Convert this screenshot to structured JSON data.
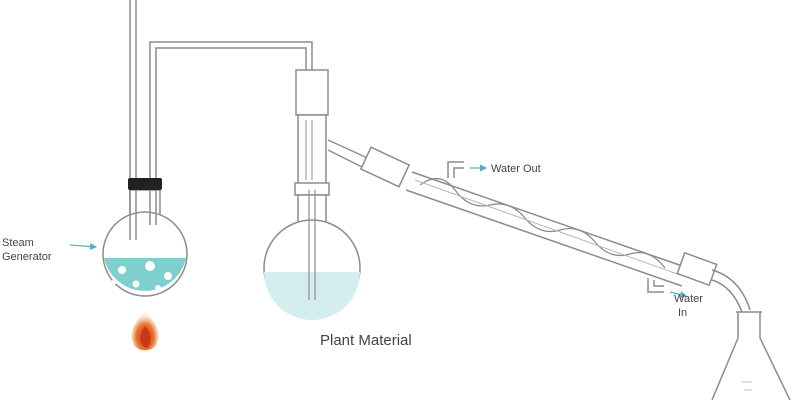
{
  "labels": {
    "steam_generator_line1": "Steam",
    "steam_generator_line2": "Generator",
    "water_out": "Water Out",
    "water_in_line1": "Water",
    "water_in_line2": "In",
    "plant_material": "Plant Material"
  },
  "colors": {
    "glass_stroke": "#8c8c8c",
    "liquid": "#7fcfcf",
    "liquid_light": "#d4eef0",
    "stopper": "#222222",
    "flame_outer": "#f0a24a",
    "flame_inner": "#d8451e",
    "arrow": "#5aaecb"
  }
}
